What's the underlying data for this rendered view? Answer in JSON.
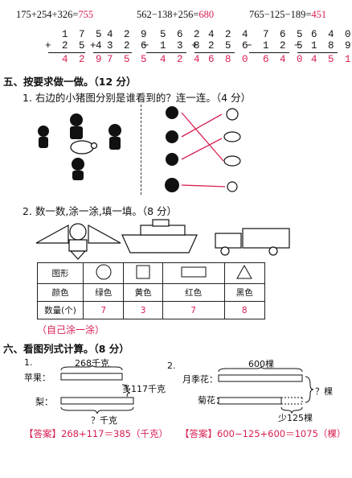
{
  "equations": [
    {
      "expr": "175+254+326=",
      "result": "755"
    },
    {
      "expr": "562−138+256=",
      "result": "680"
    },
    {
      "expr": "765−125−189=",
      "result": "451"
    }
  ],
  "vertical": [
    {
      "lines": [
        "  1 7 5",
        "+ 2 5 4",
        "  4 2 9"
      ],
      "red_row": 2,
      "carry": "1"
    },
    {
      "lines": [
        "  4 2 9",
        "+ 3 2 6",
        "  7 5 5"
      ],
      "red_row": 2,
      "carry": "1"
    },
    {
      "lines": [
        "  5 6 2",
        "− 1 3 8",
        "  4 2 4"
      ],
      "red_row": 2,
      "carry": "·"
    },
    {
      "lines": [
        "  4 2 4",
        "+ 2 5 6",
        "  6 8 0"
      ],
      "red_row": 2,
      "carry": "1"
    },
    {
      "lines": [
        "  7 6 5",
        "− 1 2 5",
        "  6 4 0"
      ],
      "red_row": 2,
      "carry": ""
    },
    {
      "lines": [
        "  6 4 0",
        "− 1 8 9",
        "  4 5 1"
      ],
      "red_row": 2,
      "carry": "·"
    }
  ],
  "section5": {
    "title": "五、按要求做一做。（12 分）",
    "q1": "1.  右边的小猪图分别是谁看到的？连一连。（4 分）",
    "q2": "2.  数一数,涂一涂,填一填。（8 分）",
    "table": {
      "headers": [
        "图形",
        "颜色",
        "数量(个)"
      ],
      "colors": [
        "绿色",
        "黄色",
        "红色",
        "黑色"
      ],
      "counts": [
        "7",
        "3",
        "7",
        "8"
      ]
    },
    "note": "（自己涂一涂）"
  },
  "section6": {
    "title": "六、看图列式计算。（8 分）",
    "p1": {
      "num": "1.",
      "top_label": "268千克",
      "row1_label": "苹果：",
      "row2_label": "梨：",
      "diff_label": "多117千克",
      "bottom_label": "？千克",
      "answer": "【答案】268+117＝385（千克）"
    },
    "p2": {
      "num": "2.",
      "top_label": "600棵",
      "row1_label": "月季花：",
      "row2_label": "菊花：",
      "side_label": "？棵",
      "diff_label": "少125棵",
      "answer": "【答案】600−125+600＝1075（棵）"
    }
  },
  "colors": {
    "answer": "#d81e50"
  }
}
